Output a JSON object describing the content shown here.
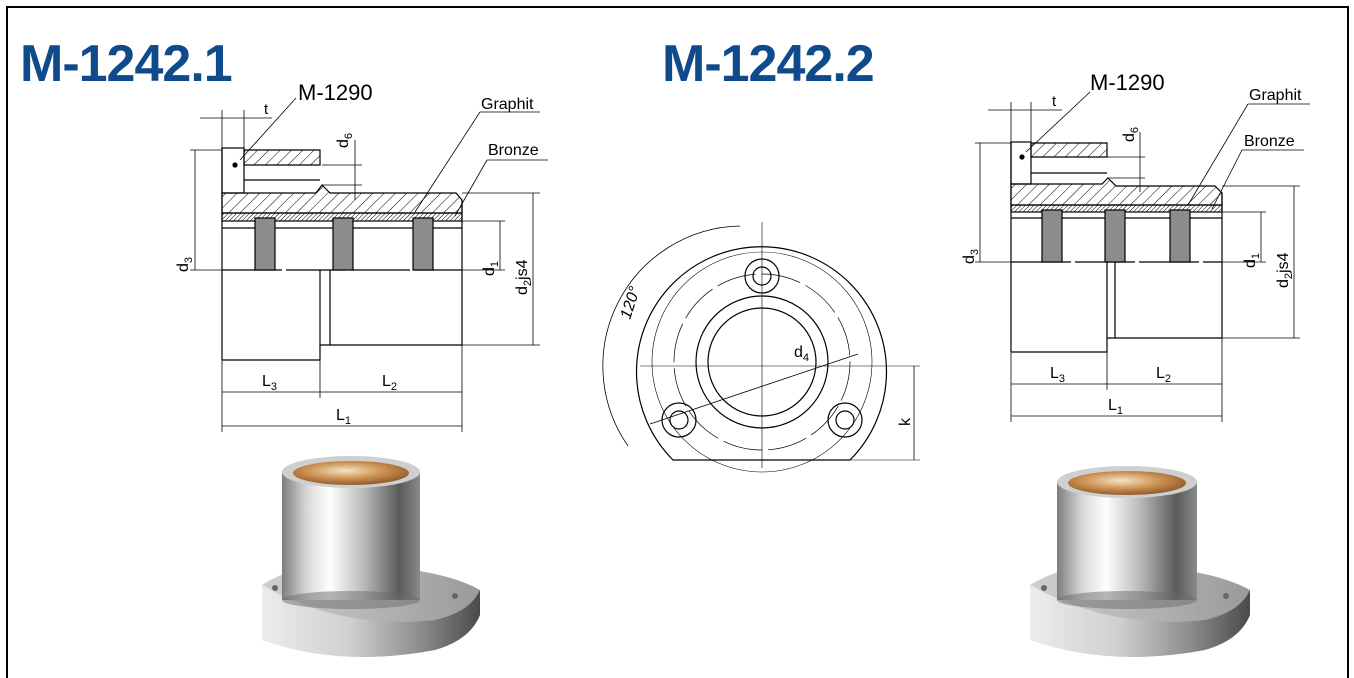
{
  "left_title": "M-1242.1",
  "mid_title": "M-1242.2",
  "part_label": "M-1290",
  "graphit_label": "Graphit",
  "bronze_label": "Bronze",
  "dims": {
    "t": "t",
    "d6_main": "d",
    "d6_sub": "6",
    "d3_main": "d",
    "d3_sub": "3",
    "d1_main": "d",
    "d1_sub": "1",
    "d2_main": "d",
    "d2_sub": "2",
    "d2_suffix": "js4",
    "L1_main": "L",
    "L1_sub": "1",
    "L2_main": "L",
    "L2_sub": "2",
    "L3_main": "L",
    "L3_sub": "3",
    "d4_main": "d",
    "d4_sub": "4",
    "k": "k",
    "angle": "120°"
  },
  "colors": {
    "title_blue": "#0f4a8a",
    "line": "#000000",
    "pin_gray": "#8c8c8c"
  }
}
